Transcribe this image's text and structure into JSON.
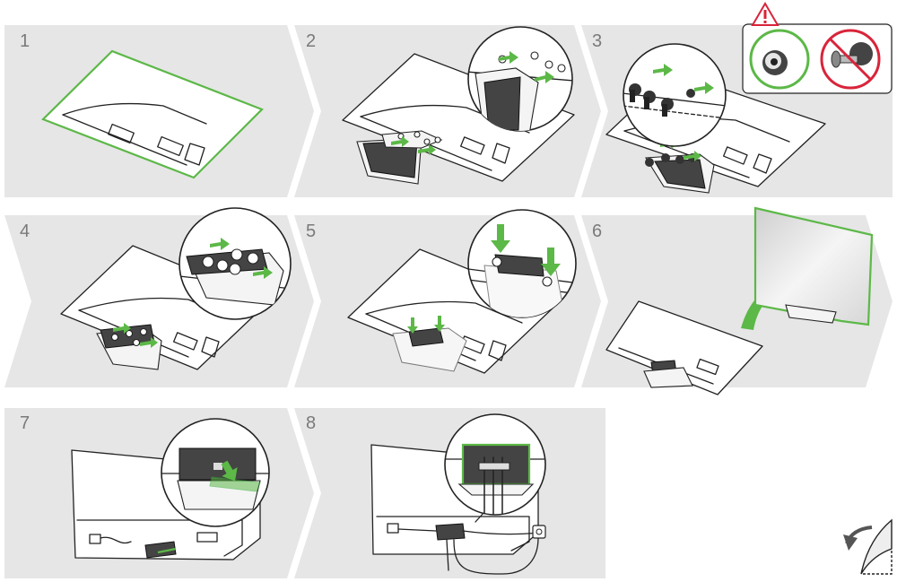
{
  "steps": [
    {
      "number": "1"
    },
    {
      "number": "2"
    },
    {
      "number": "3"
    },
    {
      "number": "4"
    },
    {
      "number": "5"
    },
    {
      "number": "6"
    },
    {
      "number": "7"
    },
    {
      "number": "8"
    }
  ],
  "colors": {
    "panel_bg": "#e6e6e6",
    "accent_green": "#5cb847",
    "warning_red": "#d9243a",
    "line": "#222222"
  },
  "icons": {
    "warning": "warning-triangle-icon",
    "correct": "correct-hole-icon",
    "prohibited": "no-screw-icon",
    "page_turn": "page-turn-icon"
  }
}
